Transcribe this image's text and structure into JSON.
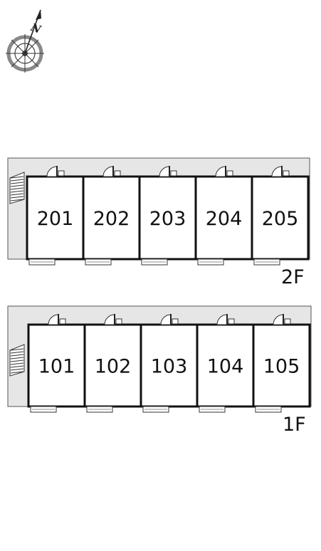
{
  "compass": {
    "letter": "N",
    "icon": "compass-rose-icon"
  },
  "colors": {
    "corridor": "#e6e6e6",
    "wall": "#111111",
    "room": "#ffffff",
    "line": "#333333"
  },
  "floors": [
    {
      "label": "2F",
      "rooms": [
        {
          "number": "201"
        },
        {
          "number": "202"
        },
        {
          "number": "203"
        },
        {
          "number": "204"
        },
        {
          "number": "205"
        }
      ]
    },
    {
      "label": "1F",
      "rooms": [
        {
          "number": "101"
        },
        {
          "number": "102"
        },
        {
          "number": "103"
        },
        {
          "number": "104"
        },
        {
          "number": "105"
        }
      ]
    }
  ]
}
